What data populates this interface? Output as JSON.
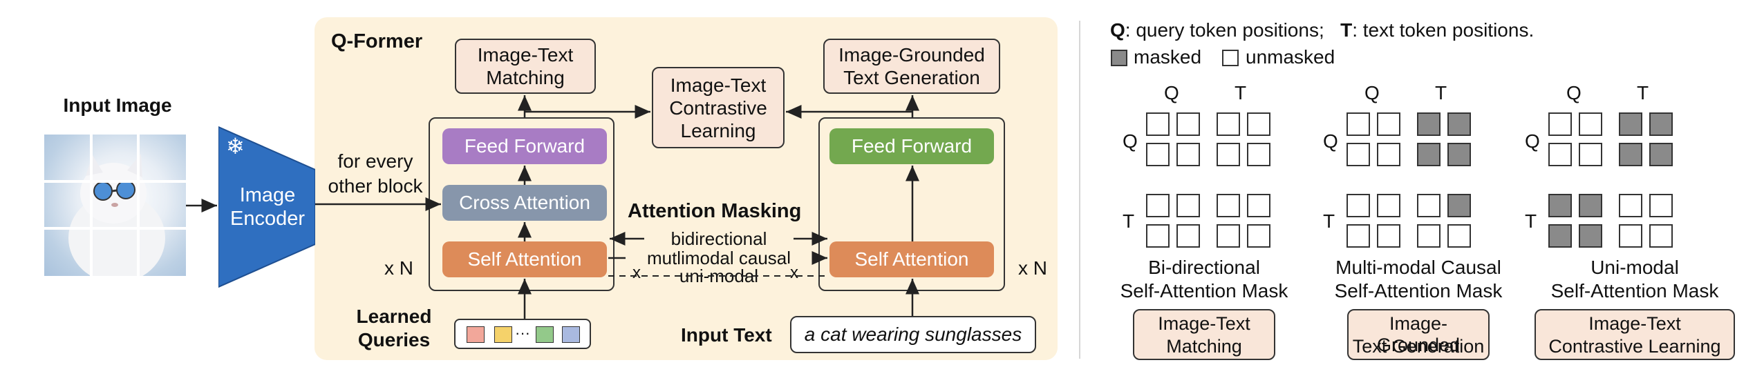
{
  "left": {
    "input_image_label": "Input Image",
    "image_encoder_label": "Image Encoder",
    "encoder_connection_label": "for every other block",
    "qformer_label": "Q-Former",
    "itm_box": "Image-Text Matching",
    "itc_box": "Image-Text Contrastive Learning",
    "itg_box": "Image-Grounded Text Generation",
    "left_feed_forward": "Feed Forward",
    "cross_attention": "Cross Attention",
    "left_self_attention": "Self Attention",
    "right_feed_forward": "Feed Forward",
    "right_self_attention": "Self Attention",
    "attention_masking_label": "Attention Masking",
    "mask_bidirectional": "bidirectional",
    "mask_multimodal": "mutlimodal causal",
    "mask_unimodal": "uni-modal",
    "x_mark": "x",
    "left_repeat": "x N",
    "right_repeat": "x N",
    "learned_queries_label": "Learned Queries",
    "query_ellipsis": "···",
    "input_text_label": "Input Text",
    "input_text_value": "a cat wearing sunglasses",
    "snowflake_icon": "❄",
    "colors": {
      "feed_forward_left": "#a87cc4",
      "feed_forward_right": "#73a84f",
      "cross_attention": "#8796ab",
      "self_attention": "#dd8b59",
      "image_encoder": "#2f6fc0",
      "qformer_bg": "#fdf2dc",
      "task_box": "#f9e6d9",
      "masked_cell": "#8a8a8a"
    },
    "query_token_colors": [
      "#f2a79a",
      "#f5d26a",
      "#93c98a",
      "#a9b9e0"
    ]
  },
  "right": {
    "legend_q_key": "Q",
    "legend_q_text": ": query token positions;",
    "legend_t_key": "T",
    "legend_t_text": ": text token positions.",
    "legend_masked": "masked",
    "legend_unmasked": "unmasked",
    "masks": [
      {
        "col_q": "Q",
        "col_t": "T",
        "row_q": "Q",
        "row_t": "T",
        "title_line1": "Bi-directional",
        "title_line2": "Self-Attention Mask",
        "task_line1": "Image-Text",
        "task_line2": "Matching",
        "grid": [
          [
            0,
            0,
            0,
            0
          ],
          [
            0,
            0,
            0,
            0
          ],
          [
            0,
            0,
            0,
            0
          ],
          [
            0,
            0,
            0,
            0
          ]
        ]
      },
      {
        "col_q": "Q",
        "col_t": "T",
        "row_q": "Q",
        "row_t": "T",
        "title_line1": "Multi-modal Causal",
        "title_line2": "Self-Attention Mask",
        "task_line1": "Image-Grounded",
        "task_line2": "Text Generation",
        "grid": [
          [
            0,
            0,
            1,
            1
          ],
          [
            0,
            0,
            1,
            1
          ],
          [
            0,
            0,
            0,
            1
          ],
          [
            0,
            0,
            0,
            0
          ]
        ]
      },
      {
        "col_q": "Q",
        "col_t": "T",
        "row_q": "Q",
        "row_t": "T",
        "title_line1": "Uni-modal",
        "title_line2": "Self-Attention Mask",
        "task_line1": "Image-Text",
        "task_line2": "Contrastive Learning",
        "grid": [
          [
            0,
            0,
            1,
            1
          ],
          [
            0,
            0,
            1,
            1
          ],
          [
            1,
            1,
            0,
            0
          ],
          [
            1,
            1,
            0,
            0
          ]
        ]
      }
    ]
  }
}
